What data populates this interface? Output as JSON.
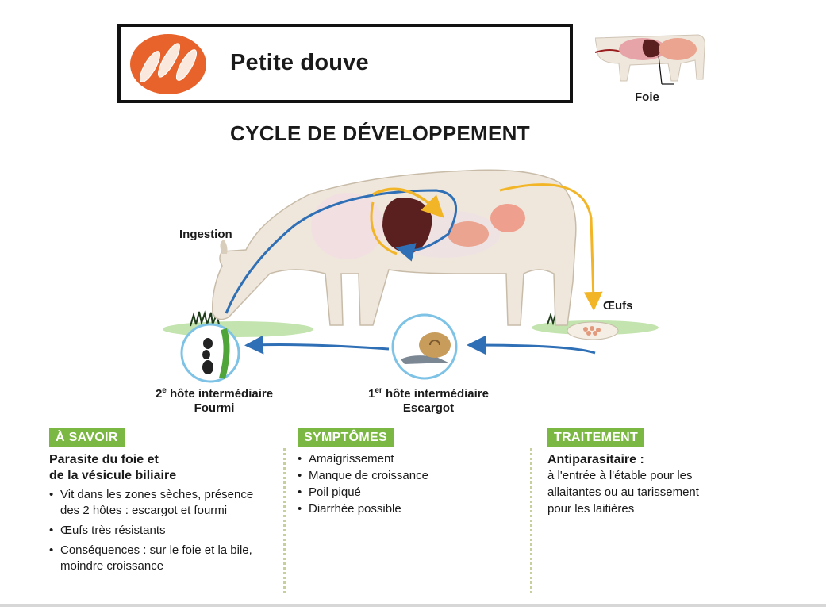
{
  "header": {
    "title": "Petite douve",
    "thumbnail_label": "Foie",
    "icon": "fluke-icon"
  },
  "cycle_title": "CYCLE DE DÉVELOPPEMENT",
  "diagram": {
    "ingestion_label": "Ingestion",
    "eggs_label": "Œufs",
    "host2_label": "hôte intermédiaire",
    "host2_number": "2",
    "host2_suffix": "e",
    "host2_name": "Fourmi",
    "host1_label": "hôte intermédiaire",
    "host1_number": "1",
    "host1_suffix": "er",
    "host1_name": "Escargot"
  },
  "panels": {
    "savoir": {
      "tag": "À SAVOIR",
      "heading_line1": "Parasite du foie et",
      "heading_line2": "de la vésicule biliaire",
      "items": [
        "Vit dans les zones sèches, présence des 2 hôtes : escargot et fourmi",
        "Œufs très résistants",
        "Conséquences : sur le foie et la bile, moindre croissance"
      ]
    },
    "symptomes": {
      "tag": "SYMPTÔMES",
      "items": [
        "Amaigrissement",
        "Manque de croissance",
        "Poil piqué",
        "Diarrhée possible"
      ]
    },
    "traitement": {
      "tag": "TRAITEMENT",
      "heading": "Antiparasitaire :",
      "lines": [
        "à l'entrée à l'étable pour les",
        "allaitantes ou au tarissement",
        "pour les laitières"
      ]
    }
  },
  "colors": {
    "accent_orange": "#e8632b",
    "tag_green": "#7bb843",
    "arrow_blue": "#2f6fb5",
    "arrow_yellow": "#f2b527",
    "liver": "#5a1f1f"
  }
}
